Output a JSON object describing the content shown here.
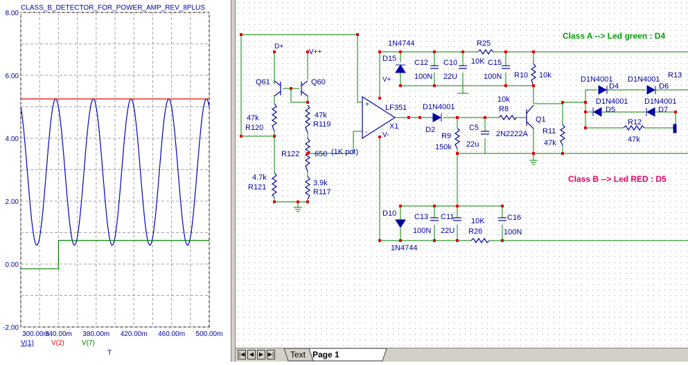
{
  "plot": {
    "title": "CLASS_B_DETECTOR_FOR_POWER_AMP_REV_8PLUS",
    "y_ticks": [
      "8.00",
      "6.00",
      "4.00",
      "2.00",
      "0.00",
      "-2.00"
    ],
    "x_ticks": [
      "300.00m",
      "340.00m",
      "380.00m",
      "420.00m",
      "460.00m",
      "500.00m"
    ],
    "x_axis_label": "T",
    "legend": [
      {
        "label": "V(1)",
        "color": "#0000c0"
      },
      {
        "label": "V(2)",
        "color": "#e00000"
      },
      {
        "label": "V(7)",
        "color": "#008000"
      }
    ]
  },
  "chart_data": {
    "type": "line",
    "title": "CLASS_B_DETECTOR_FOR_POWER_AMP_REV_8PLUS",
    "xlabel": "T",
    "ylabel": "",
    "xlim": [
      0.3,
      0.5
    ],
    "ylim": [
      -2,
      8
    ],
    "grid": true,
    "legend_position": "bottom-left",
    "series": [
      {
        "name": "V(1)",
        "color": "#0000c0",
        "shape": "sine",
        "min": 0.6,
        "max": 5.25,
        "period": 0.04,
        "first_peak": 0.337
      },
      {
        "name": "V(2)",
        "color": "#e00000",
        "x": [
          0.3,
          0.5
        ],
        "y": [
          5.25,
          5.25
        ]
      },
      {
        "name": "V(7)",
        "color": "#008000",
        "x": [
          0.3,
          0.34,
          0.34,
          0.5
        ],
        "y": [
          -0.15,
          -0.15,
          0.75,
          0.75
        ]
      }
    ]
  },
  "schematic": {
    "labels": {
      "dplus": "D+",
      "vplus_top": "V++",
      "q61": "Q61",
      "q60": "Q60",
      "r120_val": "47k",
      "r120": "R120",
      "r119_val": "47k",
      "r119": "R119",
      "r122": "R122",
      "r122_val": "650",
      "pot": "(1K pot)",
      "r121_val": "4.7k",
      "r121": "R121",
      "r117_val": "3.9k",
      "r117": "R117",
      "opamp_vplus": "V+",
      "opamp_vminus": "V-",
      "opamp_name": "LF351",
      "opamp_ref": "X1",
      "plus": "+",
      "minus": "-",
      "d15_part": "1N4744",
      "d15": "D15",
      "c12": "C12",
      "c12_val": "100N",
      "c10": "C10",
      "c10_val": "22U",
      "r25": "R25",
      "r25_val": "10K",
      "c15": "C15",
      "c15_val": "100N",
      "r10": "R10",
      "r10_val": "10k",
      "d2_part": "D1N4001",
      "d2": "D2",
      "r8_val": "10k",
      "r8": "R8",
      "r9": "R9",
      "r9_val": "150k",
      "c5": "C5",
      "c5_val": "22u",
      "q1_part": "2N2222A",
      "q1": "Q1",
      "r11": "R11",
      "r11_val": "47k",
      "d4_part": "D1N4001",
      "d4": "D4",
      "d6_part": "D1N4001",
      "d6": "D6",
      "r13": "R13",
      "d5_part": "D1N4001",
      "d5": "D5",
      "d7_part": "D1N4001",
      "d7": "D7",
      "r12": "R12",
      "r12_val": "47k",
      "class_a": "Class A --> Led green : D4",
      "class_b": "Class B --> Led RED : D5",
      "d10": "D10",
      "d10_part": "1N4744",
      "c13": "C13",
      "c13_val": "100N",
      "c11": "C11",
      "c11_val": "22U",
      "r26_val": "10K",
      "r26": "R26",
      "c16": "C16",
      "c16_val": "100N"
    },
    "colors": {
      "wire": "#008000",
      "component": "#0000a0",
      "node": "#e00000",
      "class_a": "#00a000",
      "class_b": "#e0006a"
    }
  },
  "tabs": {
    "nav": [
      "first-page",
      "previous-page",
      "next-page",
      "last-page"
    ],
    "items": [
      "Text",
      "Page 1"
    ],
    "active": "Page 1"
  }
}
